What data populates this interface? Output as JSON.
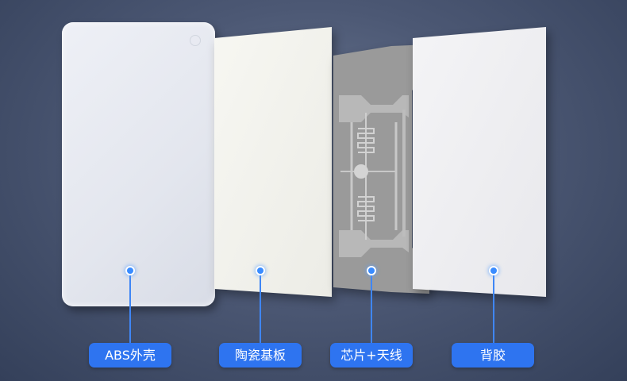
{
  "layers": [
    {
      "id": "abs-shell",
      "label": "ABS外壳"
    },
    {
      "id": "ceramic-substrate",
      "label": "陶瓷基板"
    },
    {
      "id": "chip-antenna",
      "label": "芯片+天线"
    },
    {
      "id": "back-adhesive",
      "label": "背胶"
    }
  ],
  "colors": {
    "background": "#4c5874",
    "label_pill": "#2e74f0",
    "connector": "#3f86f5",
    "antenna_inlay": "#9a9a9a"
  }
}
